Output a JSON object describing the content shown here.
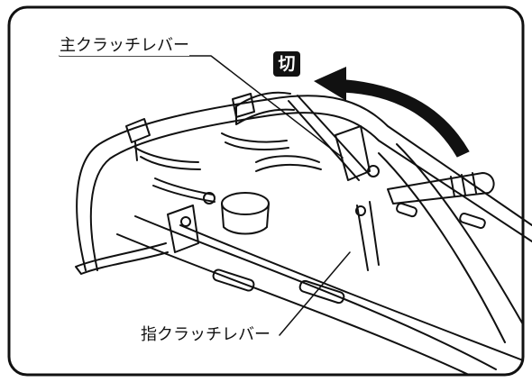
{
  "labels": {
    "main_clutch_lever": "主クラッチレバー",
    "finger_clutch_lever": "指クラッチレバー",
    "off_badge": "切"
  },
  "icons": {
    "direction_arrow": "curved-arrow-icon"
  },
  "colors": {
    "ink": "#111111",
    "background": "#ffffff"
  }
}
